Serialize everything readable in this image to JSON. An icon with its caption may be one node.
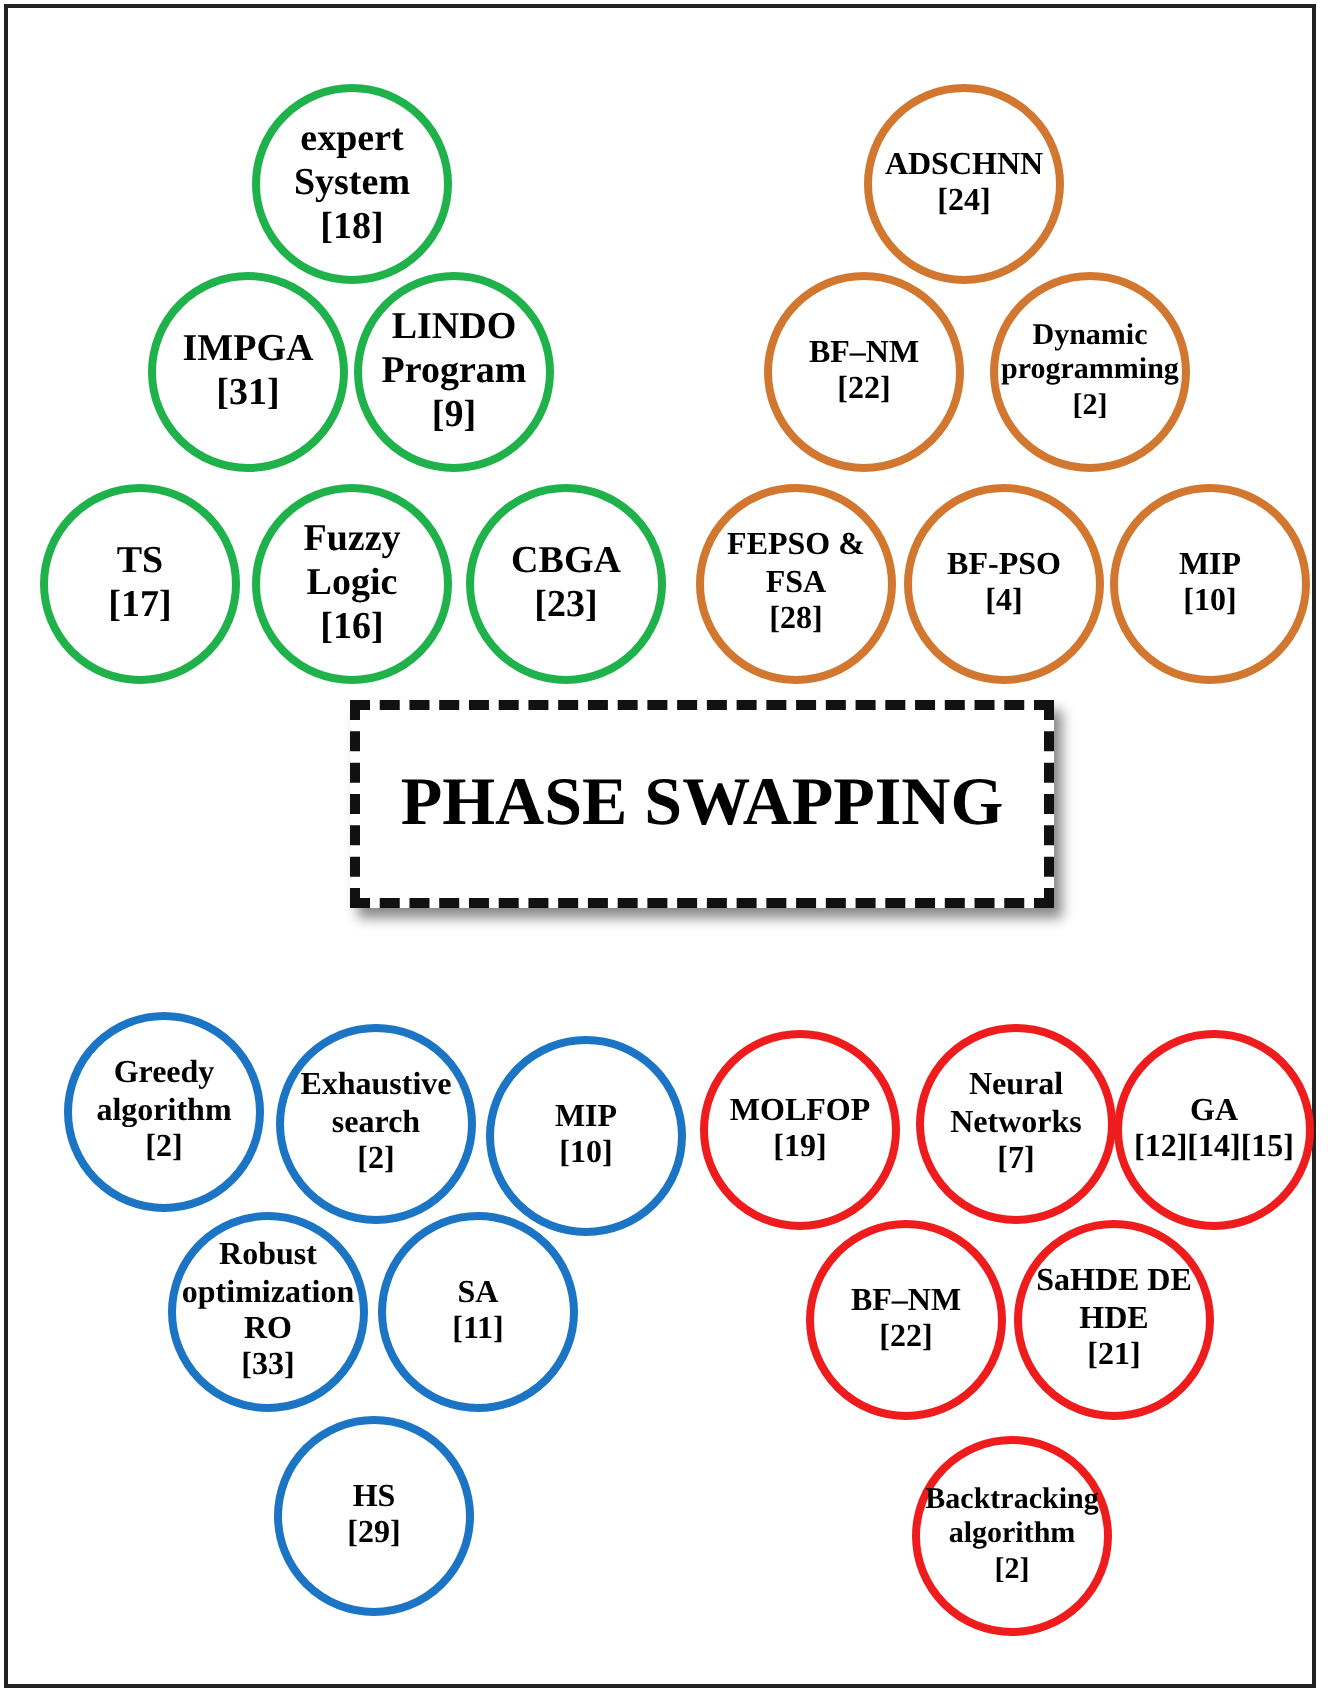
{
  "diagram": {
    "nodes": [
      {
        "text": [
          "expert System",
          "[18]"
        ]
      },
      {
        "text": [
          "IMPGA",
          "[31]"
        ]
      },
      {
        "text": [
          "LINDO Program",
          "[9]"
        ]
      },
      {
        "text": [
          "TS",
          "[17]"
        ]
      },
      {
        "text": [
          "Fuzzy Logic",
          "[16]"
        ]
      },
      {
        "text": [
          "CBGA",
          "[23]"
        ]
      },
      {
        "text": [
          "ADSCHNN",
          "[24]"
        ]
      },
      {
        "text": [
          "BF–NM",
          "[22]"
        ]
      },
      {
        "text": [
          "Dynamic programming",
          "[2]"
        ]
      },
      {
        "text": [
          "FEPSO & FSA",
          "[28]"
        ]
      },
      {
        "text": [
          "BF-PSO",
          "[4]"
        ]
      },
      {
        "text": [
          "MIP",
          "[10]"
        ]
      },
      {
        "text": [
          "PHASE SWAPPING"
        ]
      },
      {
        "text": [
          "Greedy algorithm",
          "[2]"
        ]
      },
      {
        "text": [
          "Exhaustive search",
          "[2]"
        ]
      },
      {
        "text": [
          "MIP",
          "[10]"
        ]
      },
      {
        "text": [
          "Robust optimization RO",
          "[33]"
        ]
      },
      {
        "text": [
          "SA",
          "[11]"
        ]
      },
      {
        "text": [
          "HS",
          "[29]"
        ]
      },
      {
        "text": [
          "MOLFOP",
          "[19]"
        ]
      },
      {
        "text": [
          "Neural Networks",
          "[7]"
        ]
      },
      {
        "text": [
          "GA",
          "[12][14][15]"
        ]
      },
      {
        "text": [
          "BF–NM",
          "[22]"
        ]
      },
      {
        "text": [
          "SaHDE DE HDE",
          "[21]"
        ]
      },
      {
        "text": [
          "Backtracking algorithm",
          "[2]"
        ]
      }
    ]
  }
}
